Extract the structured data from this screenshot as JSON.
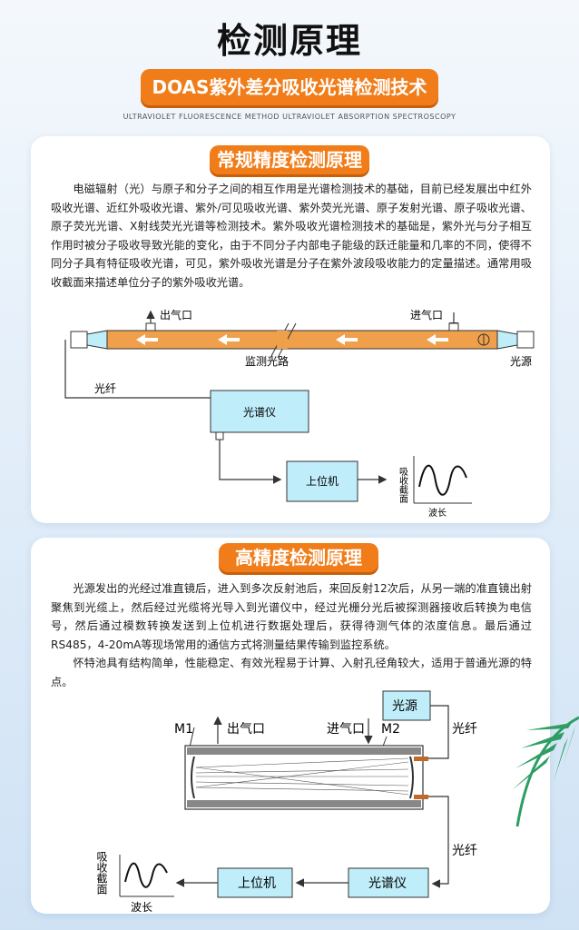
{
  "header": {
    "title": "检测原理",
    "badge": "DOAS紫外差分吸收光谱检测技术",
    "subtitle": "ULTRAVIOLET FLUORESCENCE METHOD ULTRAVIOLET ABSORPTION SPECTROSCOPY"
  },
  "section1": {
    "title": "常规精度检测原理",
    "paragraph": "电磁辐射（光）与原子和分子之间的相互作用是光谱检测技术的基础，目前已经发展出中红外吸收光谱、近红外吸收光谱、紫外/可见吸收光谱、紫外荧光光谱、原子发射光谱、原子吸收光谱、原子荧光光谱、X射线荧光光谱等检测技术。紫外吸收光谱检测技术的基础是，紫外光与分子相互作用时被分子吸收导致光能的变化，由于不同分子内部电子能级的跃迁能量和几率的不同，使得不同分子具有特征吸收光谱，可见，紫外吸收光谱是分子在紫外波段吸收能力的定量描述。通常用吸收截面来描述单位分子的紫外吸收光谱。",
    "diagram": {
      "outlet": "出气口",
      "inlet": "进气口",
      "light_source": "光源",
      "path": "监测光路",
      "fiber": "光纤",
      "spectrometer": "光谱仪",
      "host": "上位机",
      "y_axis": "吸收截面",
      "x_axis": "波长"
    }
  },
  "section2": {
    "title": "高精度检测原理",
    "paragraph1": "光源发出的光经过准直镜后，进入到多次反射池后，来回反射12次后，从另一端的准直镜出射聚焦到光缆上，然后经过光缆将光导入到光谱仪中，经过光栅分光后被探测器接收后转换为电信号，然后通过模数转换发送到上位机进行数据处理后，获得待测气体的浓度信息。最后通过RS485，4-20mA等现场常用的通信方式将测量结果传输到监控系统。",
    "paragraph2": "怀特池具有结构简单，性能稳定、有效光程易于计算、入射孔径角较大，适用于普通光源的特点。",
    "diagram": {
      "light_source": "光源",
      "m1": "M1",
      "m2": "M2",
      "outlet": "出气口",
      "inlet": "进气口",
      "fiber_top": "光纤",
      "fiber_bottom": "光纤",
      "spectrometer": "光谱仪",
      "host": "上位机",
      "y_axis": "吸收截面",
      "x_axis": "波长"
    }
  },
  "colors": {
    "accent": "#f07d1a",
    "pipe": "#f0a04a",
    "box_fill": "#bfeefa",
    "leaf": "#2e9e64"
  }
}
